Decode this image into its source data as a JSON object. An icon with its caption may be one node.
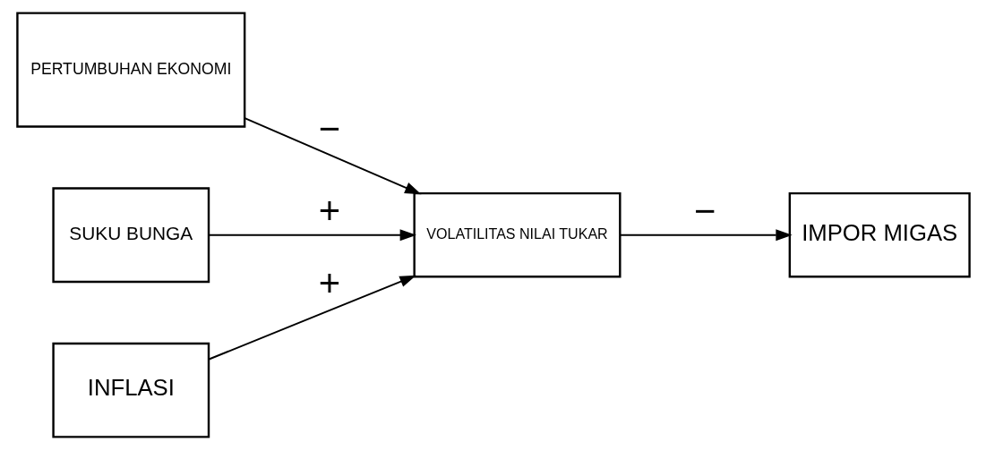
{
  "diagram": {
    "nodes": [
      {
        "text": [
          "PERTUMBUHAN EKONOMI"
        ]
      },
      {
        "text": [
          "SUKU BUNGA"
        ]
      },
      {
        "text": [
          "INFLASI"
        ]
      },
      {
        "text": [
          "VOLATILITAS NILAI TUKAR"
        ]
      },
      {
        "text": [
          "IMPOR MIGAS"
        ]
      }
    ],
    "edges": [
      {
        "from": 0,
        "to": 3,
        "arrow": "to",
        "label": "−"
      },
      {
        "from": 1,
        "to": 3,
        "arrow": "to",
        "label": "+"
      },
      {
        "from": 2,
        "to": 3,
        "arrow": "to",
        "label": "+"
      },
      {
        "from": 3,
        "to": 4,
        "arrow": "to",
        "label": "−"
      }
    ]
  }
}
